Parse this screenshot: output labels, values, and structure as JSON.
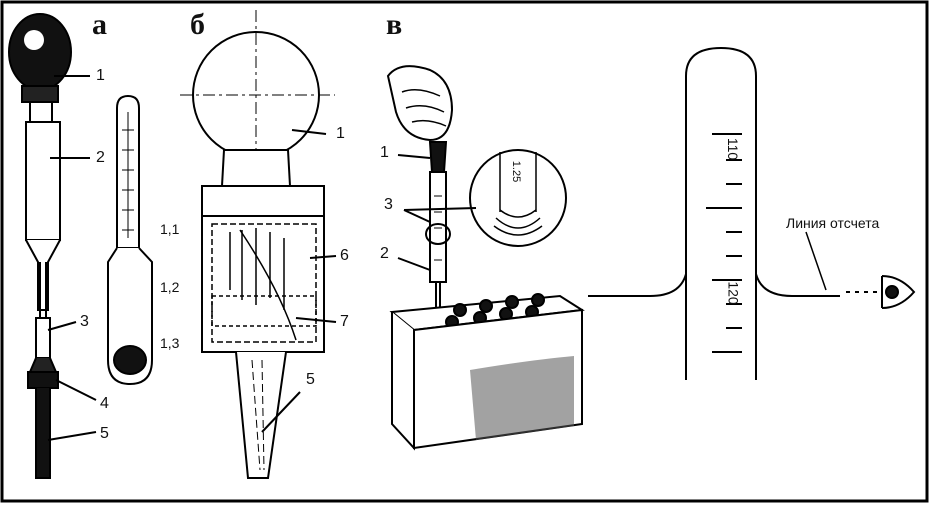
{
  "panels": {
    "a": "а",
    "b": "б",
    "v": "в"
  },
  "panel_a": {
    "labels": [
      "1",
      "2",
      "3",
      "4",
      "5"
    ],
    "scale": [
      "1,1",
      "1,2",
      "1,3"
    ]
  },
  "panel_b": {
    "labels": [
      "1",
      "6",
      "7",
      "5"
    ]
  },
  "panel_v": {
    "labels": [
      "1",
      "3",
      "2"
    ],
    "closeup_text": "1.25"
  },
  "scale_detail": {
    "tick_top": "110",
    "tick_bottom": "120",
    "reading_line": "Линия отсчета"
  }
}
